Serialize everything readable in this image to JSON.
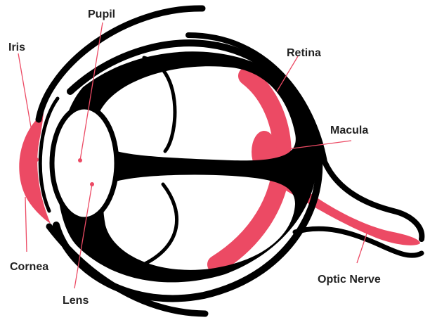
{
  "colors": {
    "outline": "#000000",
    "highlight": "#ec4a64",
    "background": "#ffffff",
    "label_text": "#222222"
  },
  "labels": {
    "pupil": "Pupil",
    "iris": "Iris",
    "retina": "Retina",
    "macula": "Macula",
    "cornea": "Cornea",
    "lens": "Lens",
    "optic_nerve": "Optic Nerve"
  }
}
